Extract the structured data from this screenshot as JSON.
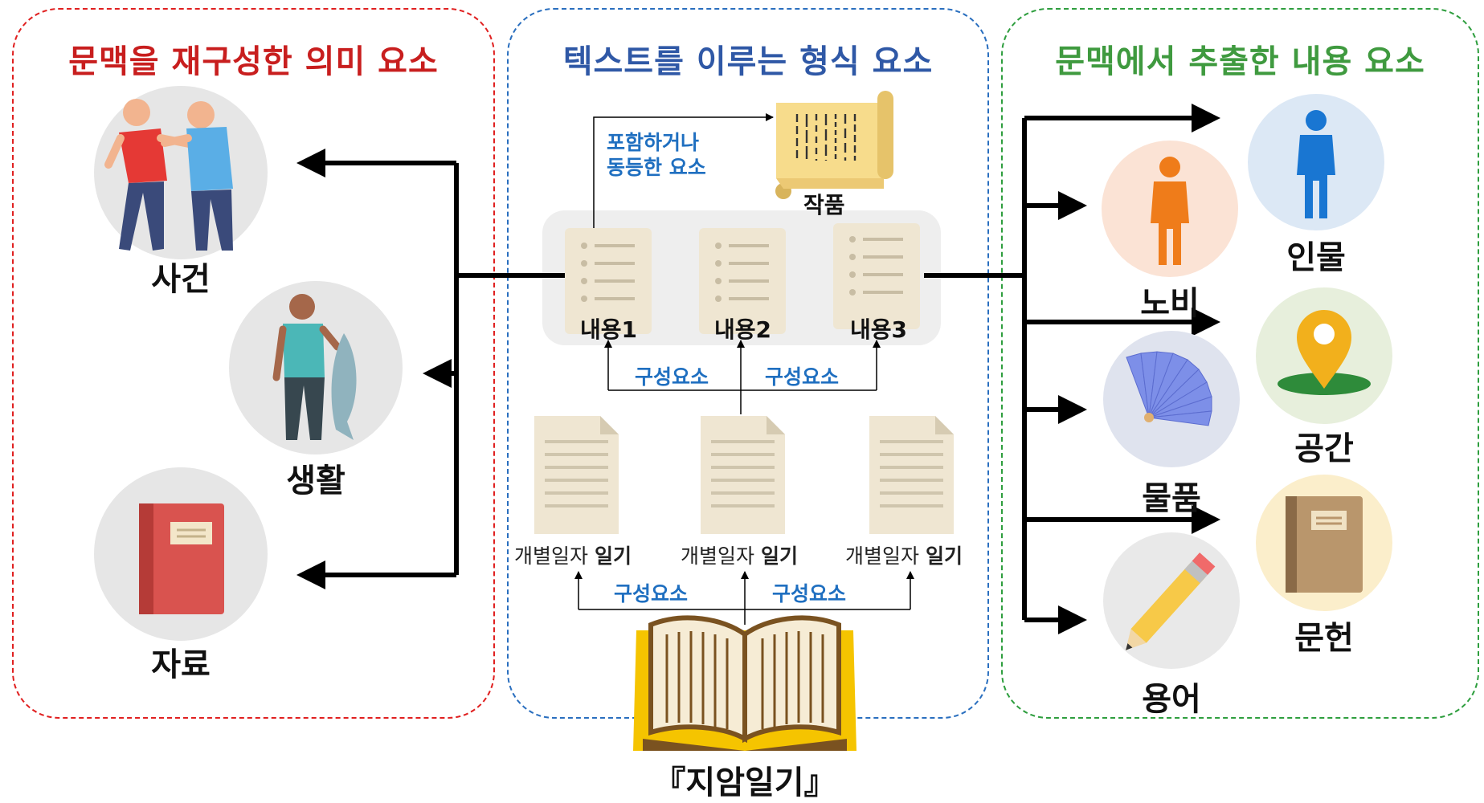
{
  "panels": {
    "left": {
      "title": "문맥을 재구성한 의미 요소"
    },
    "middle": {
      "title": "텍스트를 이루는 형식 요소"
    },
    "right": {
      "title": "문맥에서 추출한 내용 요소"
    }
  },
  "left_items": {
    "event": "사건",
    "life": "생활",
    "material": "자료"
  },
  "middle": {
    "work": "작품",
    "include_label_line1": "포함하거나",
    "include_label_line2": "동등한 요소",
    "contents": [
      "내용1",
      "내용2",
      "내용3"
    ],
    "component_labels_upper": [
      "구성요소",
      "구성요소"
    ],
    "component_labels_lower": [
      "구성요소",
      "구성요소"
    ],
    "diary_prefix": "개별일자",
    "diary_bold": "일기",
    "book_title": "『지암일기』"
  },
  "right_items": {
    "person": "인물",
    "slave": "노비",
    "space": "공간",
    "goods": "물품",
    "literature": "문헌",
    "term": "용어"
  },
  "colors": {
    "left_border": "#e02020",
    "middle_border": "#2a6fbf",
    "right_border": "#2e9e3e",
    "left_title": "#c81e1e",
    "middle_title": "#2f58a6",
    "right_title": "#3f9a3f",
    "component_label": "#1f6fc0"
  },
  "icons": [
    "two-people-icon",
    "man-holding-fish-icon",
    "red-book-icon",
    "scroll-icon",
    "document-list-icon",
    "document-page-icon",
    "open-book-icon",
    "person-blue-icon",
    "person-orange-icon",
    "map-pin-icon",
    "folding-fan-icon",
    "brown-book-icon",
    "pencil-icon"
  ]
}
